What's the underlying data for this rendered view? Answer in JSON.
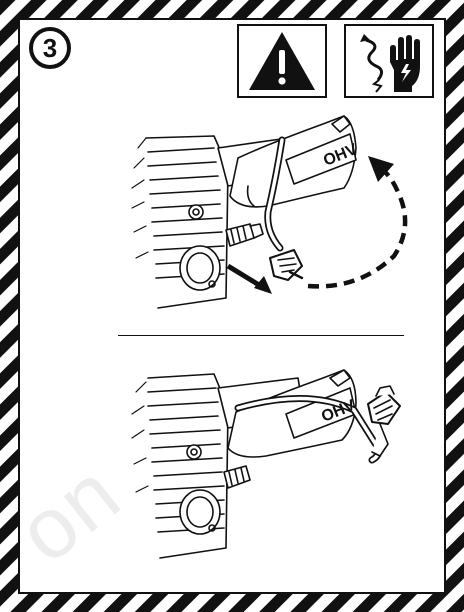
{
  "step": {
    "number": "3"
  },
  "safety_icons": [
    "warning-triangle-icon",
    "electric-shock-hand-icon"
  ],
  "engine_label": "OHV",
  "watermark": {
    "text": "on"
  },
  "colors": {
    "stripe_dark": "#111111",
    "stripe_light": "#ffffff",
    "line": "#111111"
  }
}
